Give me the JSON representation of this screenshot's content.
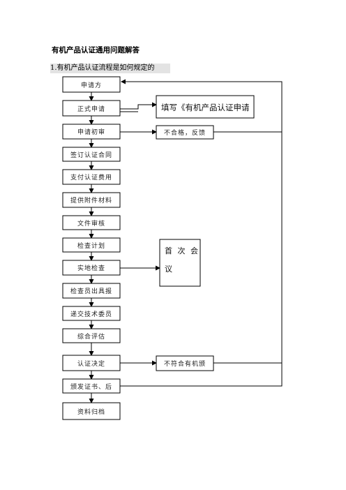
{
  "title": "有机产品认证通用问题解答",
  "subtitle": "1.有机产品认证流程是如何规定的",
  "steps": [
    "申请方",
    "正式申请",
    "申请初审",
    "签订认证合同",
    "支付认证费用",
    "提供附件材料",
    "文件审核",
    "检查计划",
    "实地检查",
    "检查员出具报",
    "递交技术委员",
    "综合评估",
    "认证决定",
    "颁发证书、后",
    "资料归档"
  ],
  "side": {
    "form": "填写《有机产品认证申请",
    "unqualified": "不合格，反馈",
    "meeting_line1": "首 次 会",
    "meeting_line2": "议",
    "reject": "不符合有机颁"
  }
}
